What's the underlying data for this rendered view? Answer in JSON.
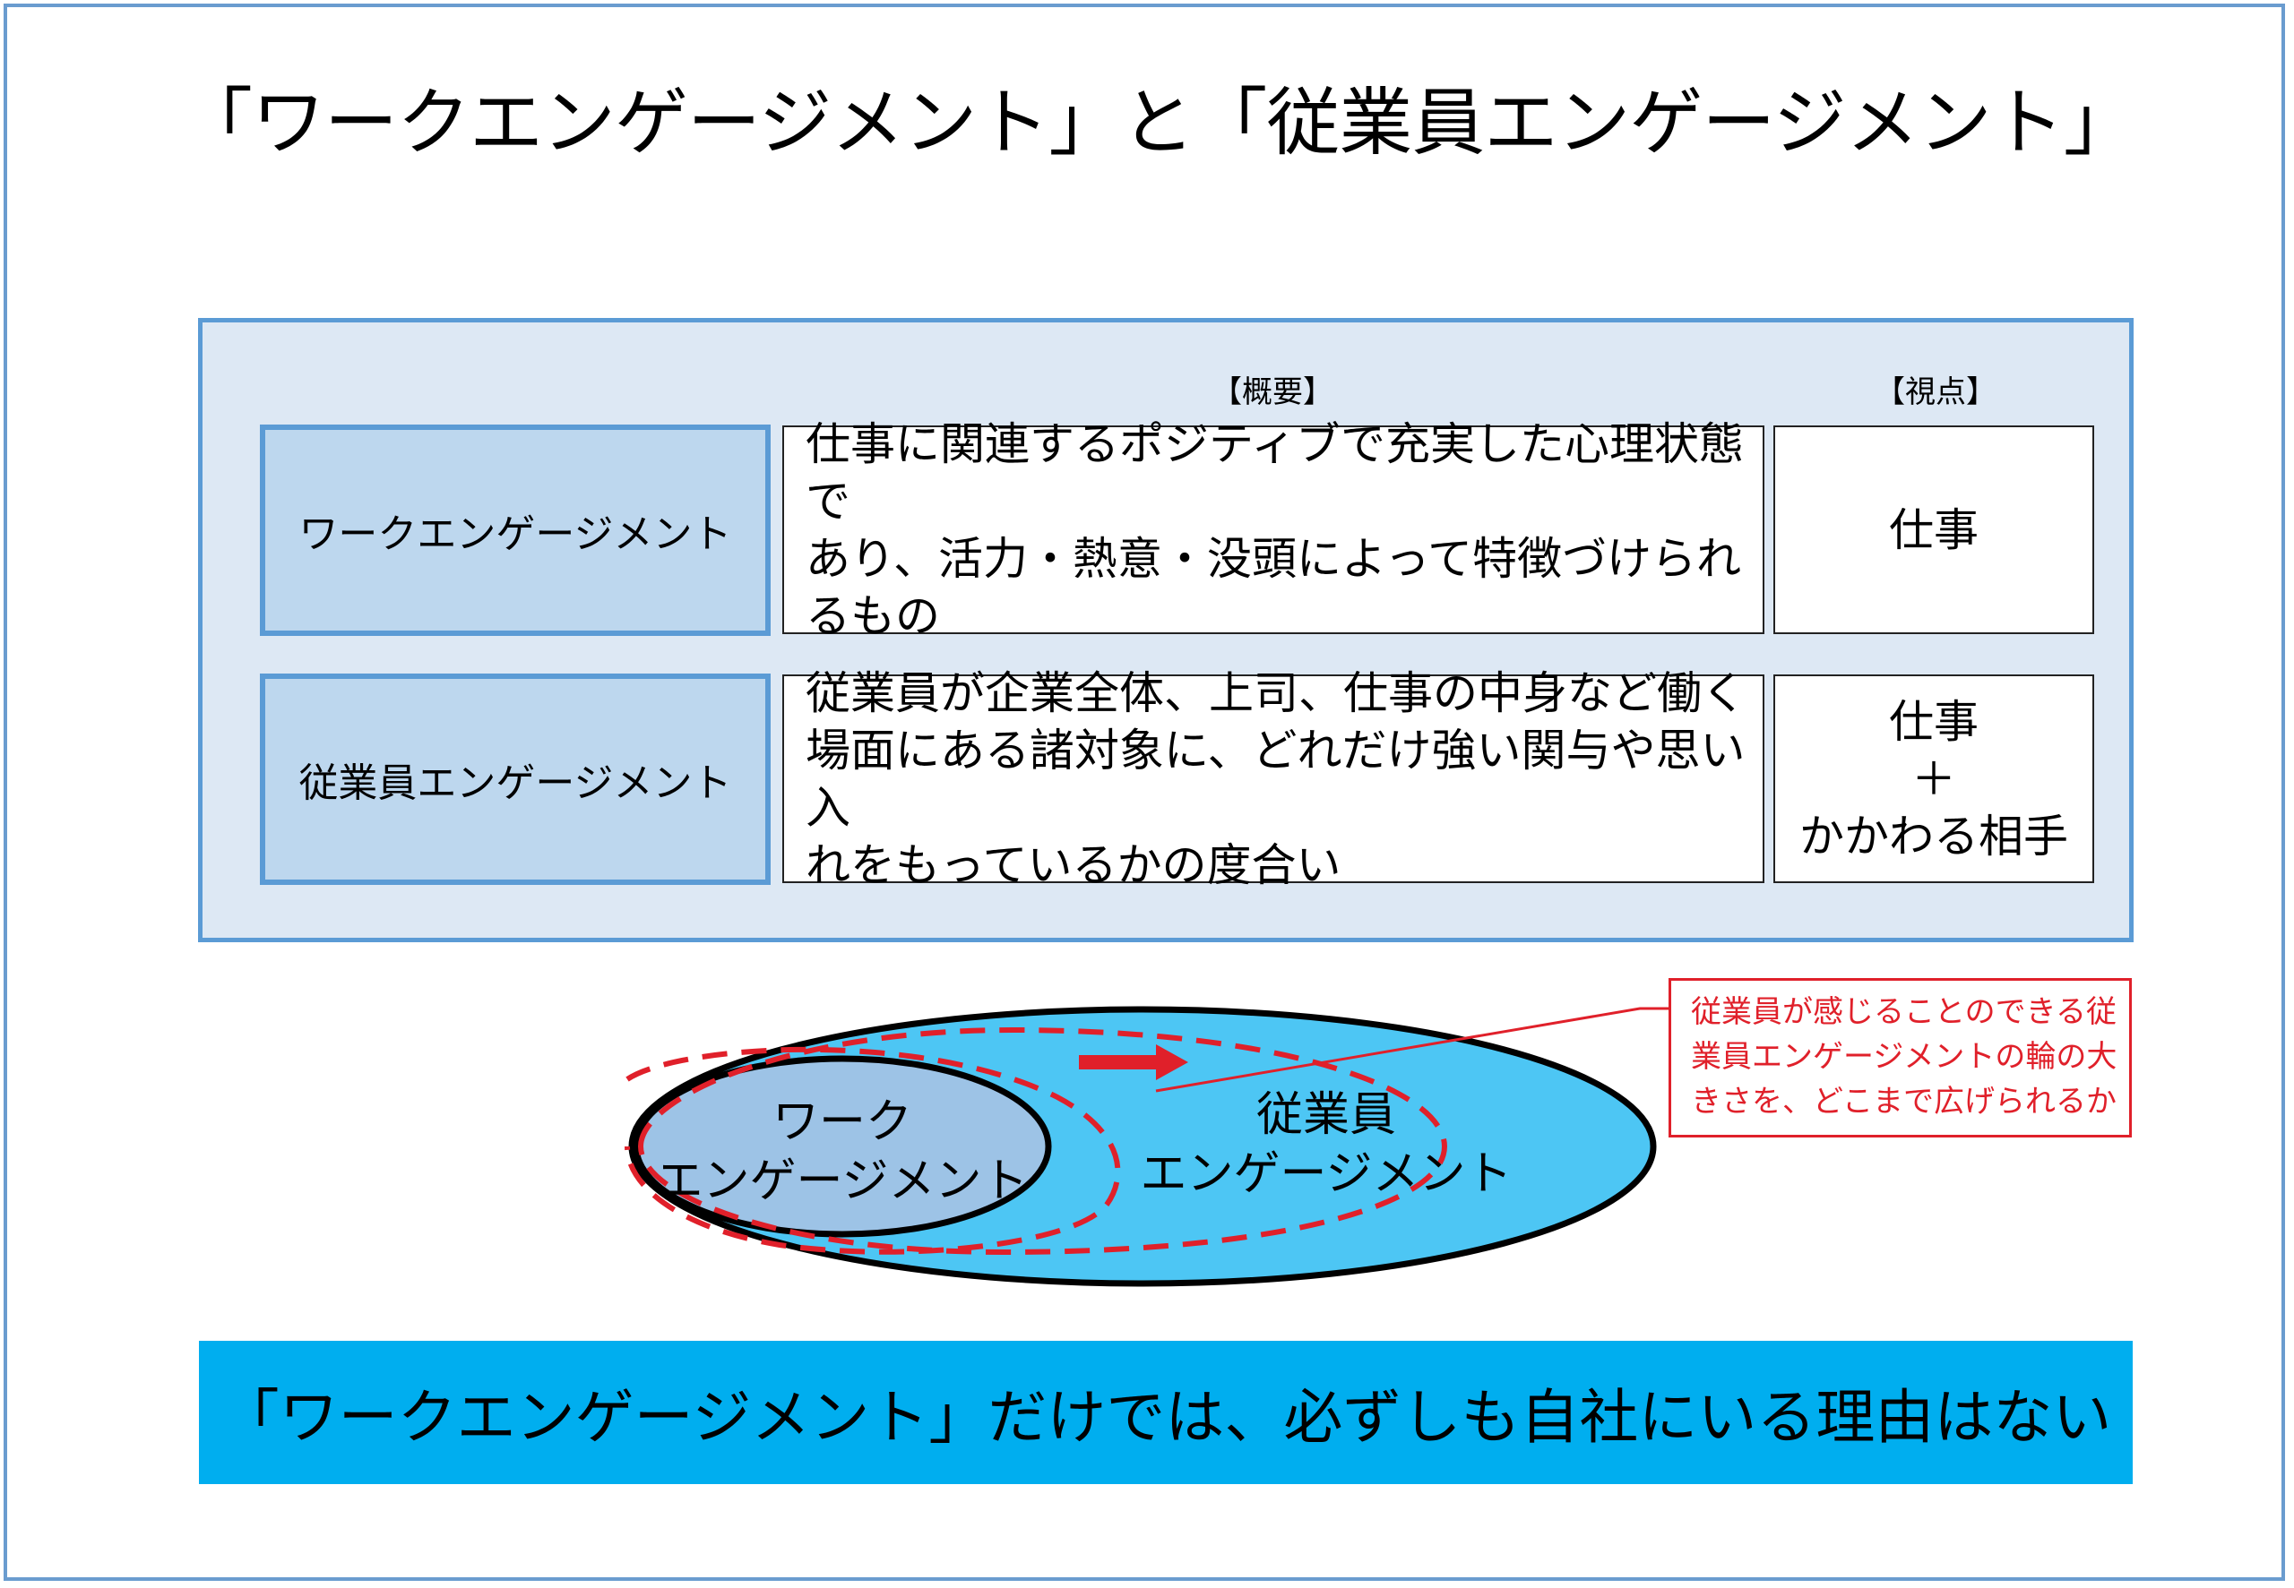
{
  "title": "「ワークエンゲージメント」と「従業員エンゲージメント」",
  "table": {
    "headers": {
      "overview": "【概要】",
      "viewpoint": "【視点】"
    },
    "rows": [
      {
        "term": "ワークエンゲージメント",
        "overview": "仕事に関連するポジティブで充実した心理状態で\nあり、活力・熱意・没頭によって特徴づけられるもの",
        "viewpoint": "仕事"
      },
      {
        "term": "従業員エンゲージメント",
        "overview": "従業員が企業全体、上司、仕事の中身など働く\n場面にある諸対象に、どれだけ強い関与や思い入\nれをもっているかの度合い",
        "viewpoint": "仕事\n＋\nかかわる相手"
      }
    ]
  },
  "diagram": {
    "inner_label": "ワーク\nエンゲージメント",
    "outer_label": "従業員\nエンゲージメント",
    "callout": "従業員が感じることのできる従\n業員エンゲージメントの輪の大\nきさを、どこまで広げられるか",
    "colors": {
      "outer_fill": "#4dc6f4",
      "inner_fill": "#9dc3e6",
      "accent_red": "#e0202a"
    }
  },
  "banner": "「ワークエンゲージメント」だけでは、必ずしも自社にいる理由はない"
}
